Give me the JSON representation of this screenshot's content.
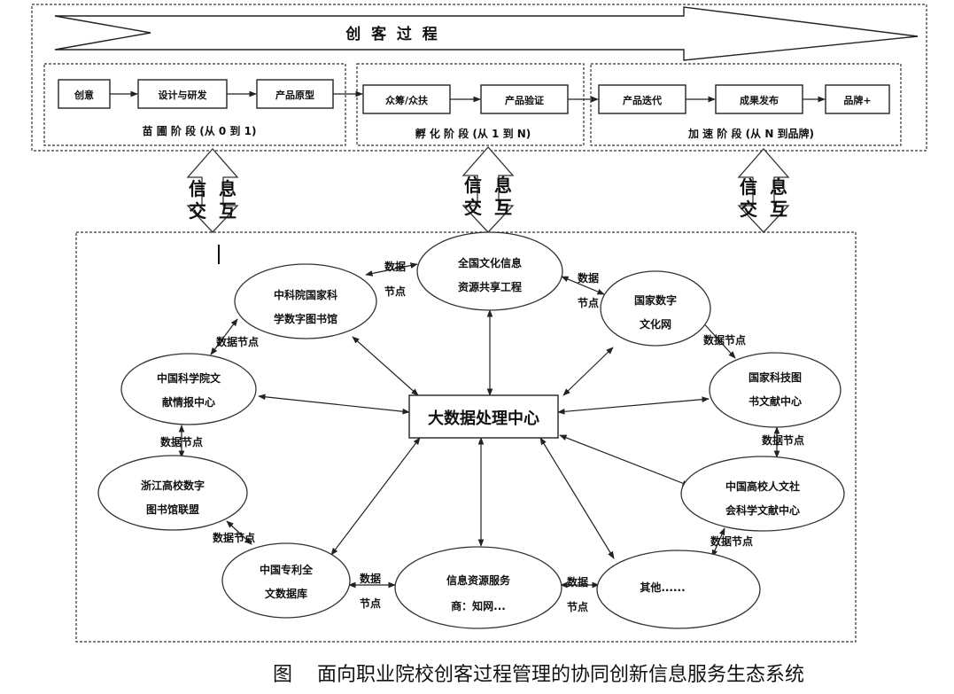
{
  "process_banner": {
    "label": "创  客  过  程"
  },
  "stages": [
    {
      "caption": "苗 圃 阶 段 (从 0 到 1)",
      "steps": [
        "创意",
        "设计与研发",
        "产品原型"
      ]
    },
    {
      "caption": "孵 化 阶 段 (从 1 到 N)",
      "steps": [
        "众筹/众扶",
        "产品验证"
      ]
    },
    {
      "caption": "加 速 阶 段 (从 N 到品牌)",
      "steps": [
        "产品迭代",
        "成果发布",
        "品牌+"
      ]
    }
  ],
  "exchange": {
    "line1": "信  息",
    "line2": "交  互"
  },
  "center": {
    "label": "大数据处理中心"
  },
  "nodes": [
    {
      "id": "cas-library",
      "line1": "中科院国家科",
      "line2": "学数字图书馆"
    },
    {
      "id": "culture-sharing",
      "line1": "全国文化信息",
      "line2": "资源共享工程"
    },
    {
      "id": "digital-culture",
      "line1": "国家数字",
      "line2": "文化网"
    },
    {
      "id": "cas-documentation",
      "line1": "中国科学院文",
      "line2": "献情报中心"
    },
    {
      "id": "nstl",
      "line1": "国家科技图",
      "line2": "书文献中心"
    },
    {
      "id": "zhejiang-library",
      "line1": "浙江高校数字",
      "line2": "图书馆联盟"
    },
    {
      "id": "social-science",
      "line1": "中国高校人文社",
      "line2": "会科学文献中心"
    },
    {
      "id": "patent-db",
      "line1": "中国专利全",
      "line2": "文数据库"
    },
    {
      "id": "info-provider",
      "line1": "信息资源服务",
      "line2": "商：知网..."
    },
    {
      "id": "other",
      "line1": "其他......",
      "line2": ""
    }
  ],
  "data_node_label": "数据节点",
  "data_node_split": {
    "line1": "数据",
    "line2": "节点"
  },
  "caption": "图    面向职业院校创客过程管理的协同创新信息服务生态系统"
}
